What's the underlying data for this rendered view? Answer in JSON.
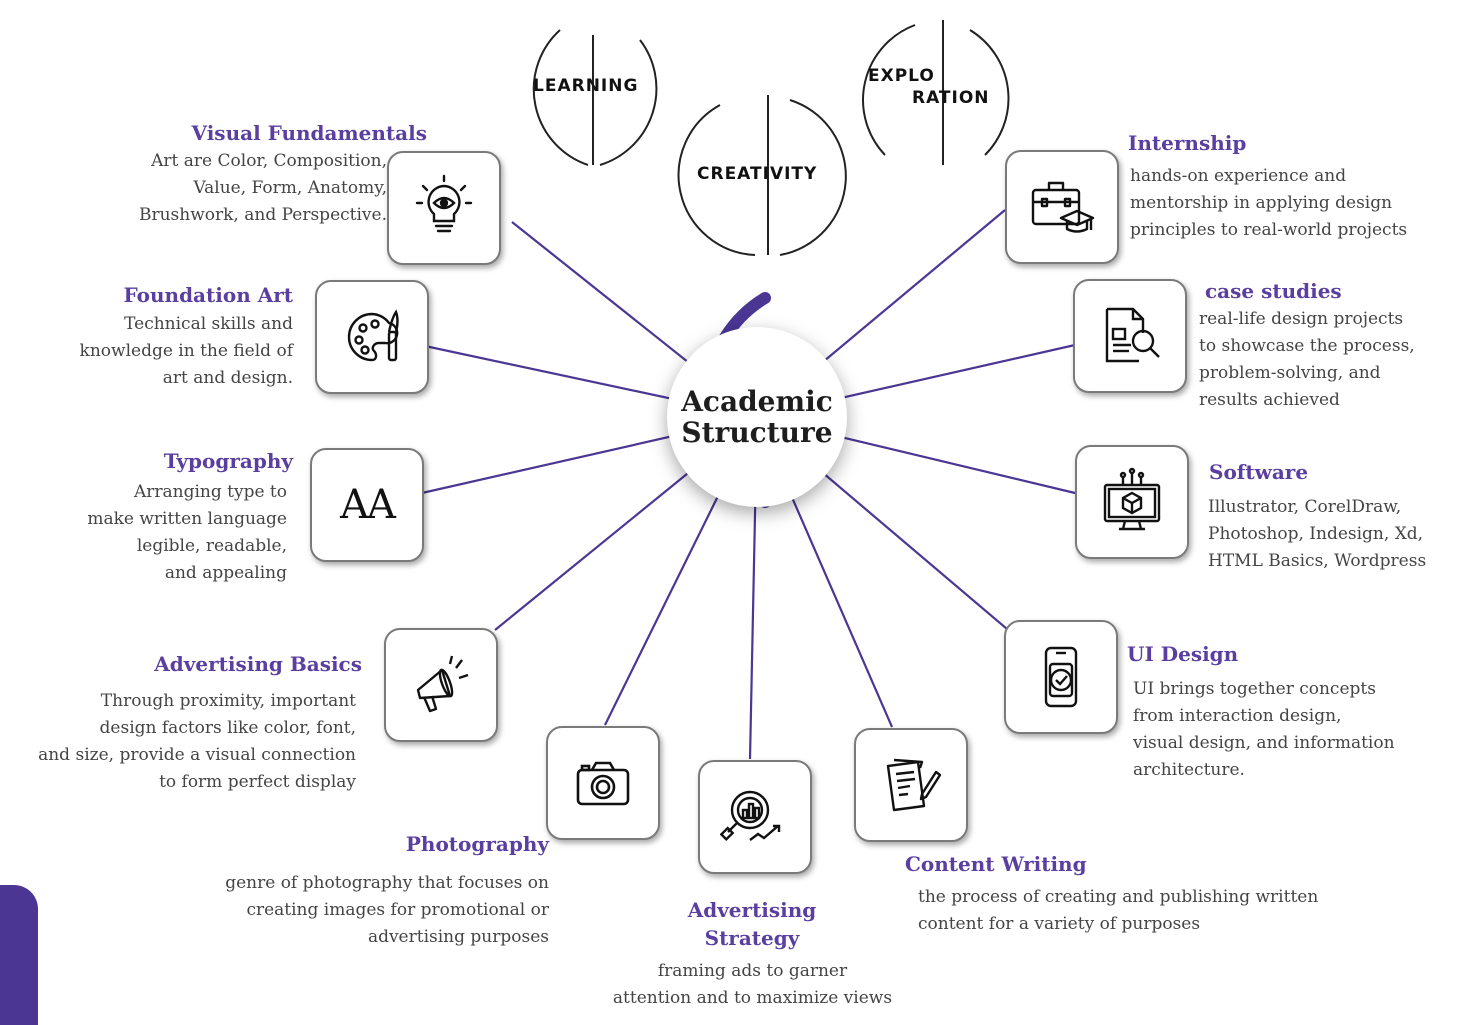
{
  "badges": {
    "learning": "LEARNING",
    "creativity": "CREATIVITY",
    "exploration_1": "EXPLO",
    "exploration_2": "RATION"
  },
  "center": {
    "title_line1": "Academic",
    "title_line2": "Structure"
  },
  "colors": {
    "accent": "#5a3ea0",
    "connector": "#4b3694",
    "tab": "#4b3694"
  },
  "nodes": {
    "visual_fundamentals": {
      "title": "Visual Fundamentals",
      "desc": "Art are Color, Composition,\nValue, Form, Anatomy,\nBrushwork, and Perspective.",
      "icon": "lightbulb-eye-icon"
    },
    "foundation_art": {
      "title": "Foundation Art",
      "desc": "Technical skills and\nknowledge in the field of\nart and design.",
      "icon": "palette-brush-icon"
    },
    "typography": {
      "title": "Typography",
      "desc": "Arranging type to\nmake written language\nlegible, readable,\nand appealing",
      "icon": "font-size-icon",
      "icon_text": "AA"
    },
    "advertising_basics": {
      "title": "Advertising Basics",
      "desc": "Through proximity, important\ndesign factors like color, font,\nand size, provide a visual connection\nto form perfect display",
      "icon": "megaphone-icon"
    },
    "photography": {
      "title": "Photography",
      "desc": "genre of photography that focuses on\ncreating images for promotional or\nadvertising purposes",
      "icon": "camera-icon"
    },
    "advertising_strategy": {
      "title_line1": "Advertising",
      "title_line2": "Strategy",
      "desc": "framing ads to garner\nattention and to maximize views",
      "icon": "analytics-magnifier-icon"
    },
    "content_writing": {
      "title": "Content Writing",
      "desc": "the process of creating and publishing written\ncontent for a variety of purposes",
      "icon": "document-pen-icon"
    },
    "ui_design": {
      "title": "UI Design",
      "desc": "UI brings together concepts\nfrom interaction design,\nvisual design, and information\narchitecture.",
      "icon": "smartphone-check-icon"
    },
    "software": {
      "title": "Software",
      "desc": "Illustrator, CorelDraw,\nPhotoshop, Indesign, Xd,\nHTML Basics, Wordpress",
      "icon": "monitor-cube-icon"
    },
    "case_studies": {
      "title": "case studies",
      "desc": "real-life design projects\nto showcase the process,\nproblem-solving, and\nresults achieved",
      "icon": "document-search-icon"
    },
    "internship": {
      "title": "Internship",
      "desc": " hands-on experience and\nmentorship in applying design\nprinciples to real-world projects",
      "icon": "briefcase-graduation-icon"
    }
  }
}
